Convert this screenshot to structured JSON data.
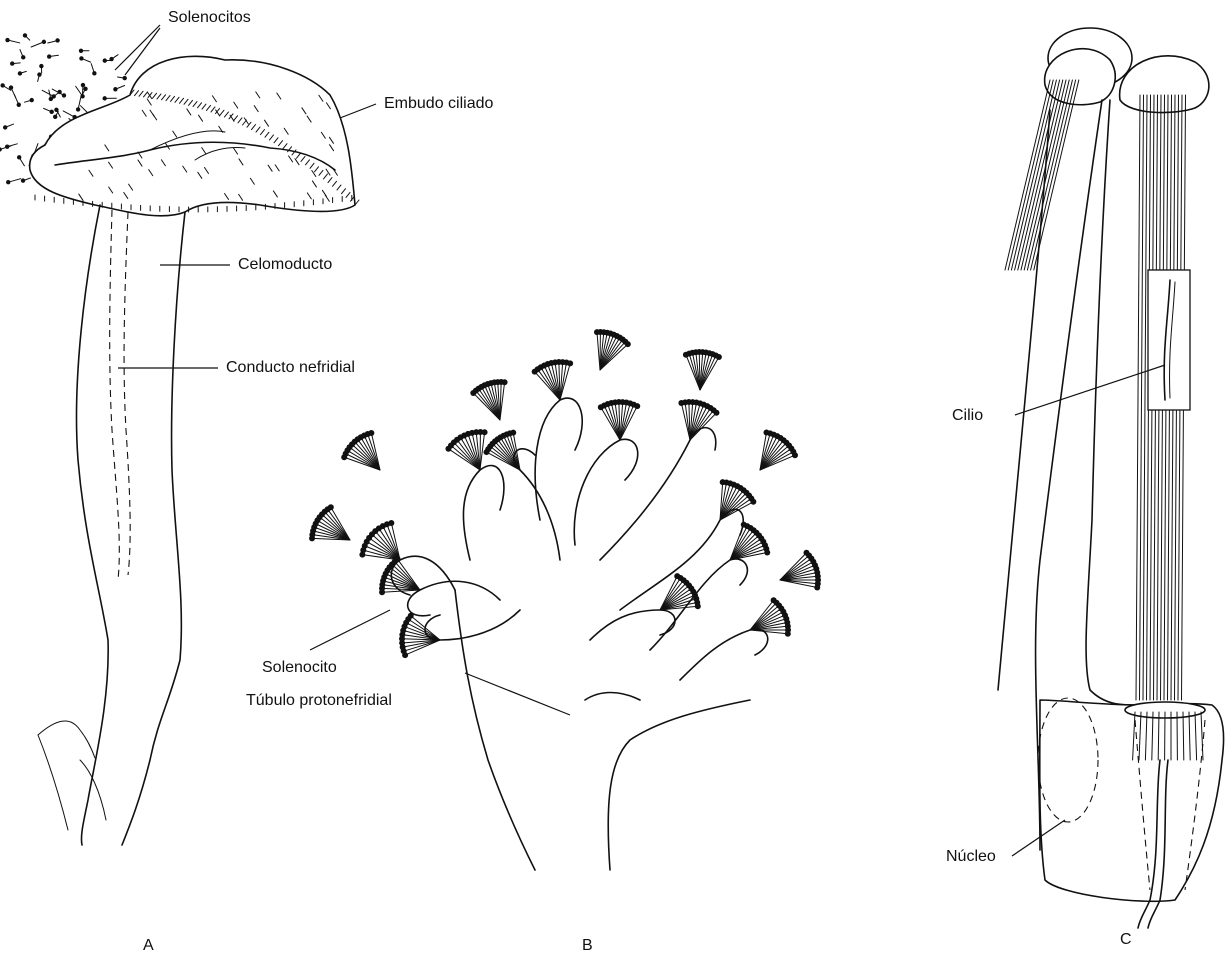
{
  "figure": {
    "panels": {
      "a": {
        "letter": "A",
        "labels": {
          "solenocitos": "Solenocitos",
          "embudo": "Embudo ciliado",
          "celomoducto": "Celomoducto",
          "conducto": "Conducto nefridial"
        }
      },
      "b": {
        "letter": "B",
        "labels": {
          "solenocito": "Solenocito",
          "tubulo": "Túbulo protonefridial"
        }
      },
      "c": {
        "letter": "C",
        "labels": {
          "cilio": "Cilio",
          "nucleo": "Núcleo"
        }
      }
    },
    "colors": {
      "ink": "#111111",
      "background": "#ffffff"
    }
  }
}
